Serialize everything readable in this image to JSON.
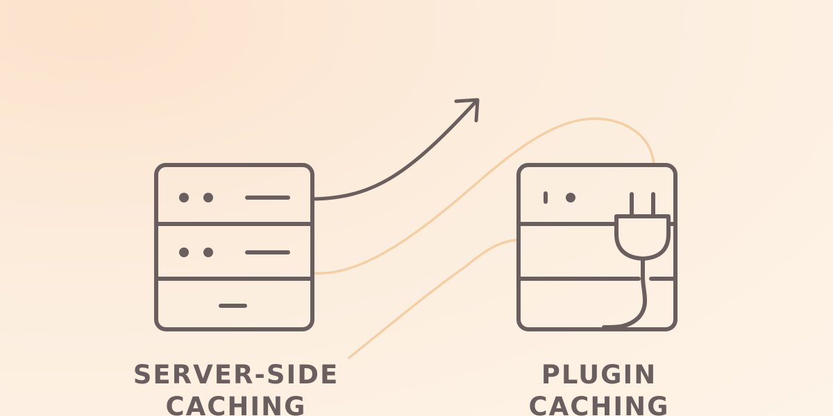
{
  "labels": {
    "server_side": [
      "SERVER-SIDE",
      "CACHING"
    ],
    "plugin": [
      "PLUGIN",
      "CACHING"
    ]
  },
  "colors": {
    "background": "#fdf0e2",
    "icon_stroke": "#6b5e5e",
    "accent_curve": "#f5cfa4",
    "label_text": "#6b5e5e"
  },
  "icons": [
    "server-icon",
    "growth-arrow-icon",
    "server-plug-icon",
    "connector-curve"
  ]
}
